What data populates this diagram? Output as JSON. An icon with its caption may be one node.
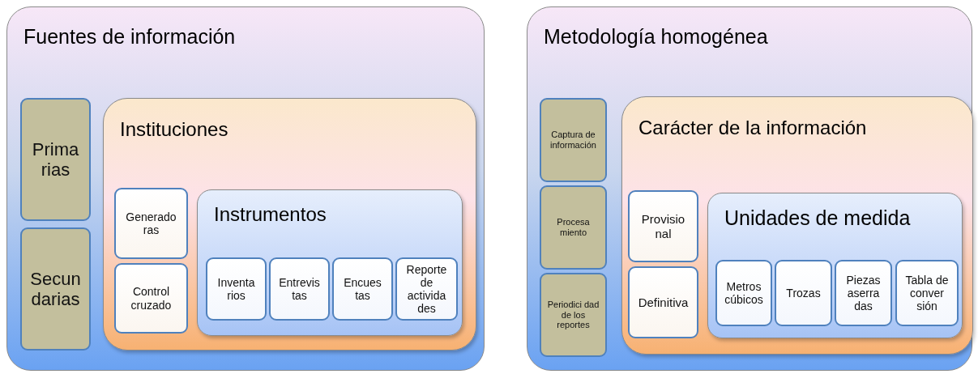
{
  "diagram": {
    "nodes": [
      {
        "text": [
          "Fuentes de información"
        ]
      },
      {
        "text": [
          "Prima rias"
        ],
        "in": 0
      },
      {
        "text": [
          "Secun darias"
        ],
        "in": 0
      },
      {
        "text": [
          "Instituciones"
        ],
        "in": 0
      },
      {
        "text": [
          "Generado ras"
        ],
        "in": 3
      },
      {
        "text": [
          "Control cruzado"
        ],
        "in": 3
      },
      {
        "text": [
          "Instrumentos"
        ],
        "in": 3
      },
      {
        "text": [
          "Inventa rios"
        ],
        "in": 6
      },
      {
        "text": [
          "Entrevis tas"
        ],
        "in": 6
      },
      {
        "text": [
          "Encues tas"
        ],
        "in": 6
      },
      {
        "text": [
          "Reporte de activida des"
        ],
        "in": 6
      },
      {
        "text": [
          "Metodología homogénea"
        ]
      },
      {
        "text": [
          "Captura de información"
        ],
        "in": 11
      },
      {
        "text": [
          "Procesa miento"
        ],
        "in": 11
      },
      {
        "text": [
          "Periodici dad de los reportes"
        ],
        "in": 11
      },
      {
        "text": [
          "Carácter de la información"
        ],
        "in": 11
      },
      {
        "text": [
          "Provisio nal"
        ],
        "in": 15
      },
      {
        "text": [
          "Definitiva"
        ],
        "in": 15
      },
      {
        "text": [
          "Unidades de medida"
        ],
        "in": 15
      },
      {
        "text": [
          "Metros cúbicos"
        ],
        "in": 18
      },
      {
        "text": [
          "Trozas"
        ],
        "in": 18
      },
      {
        "text": [
          "Piezas aserra das"
        ],
        "in": 18
      },
      {
        "text": [
          "Tabla de conver sión"
        ],
        "in": 18
      }
    ]
  }
}
